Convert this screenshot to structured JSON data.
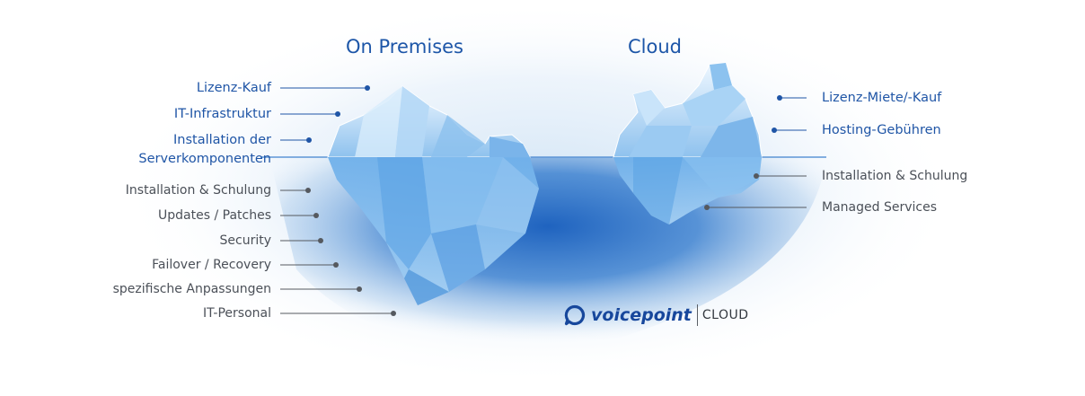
{
  "headings": {
    "on_premises": "On Premises",
    "cloud": "Cloud"
  },
  "on_premises": {
    "above_water": [
      {
        "label": "Lizenz-Kauf"
      },
      {
        "label": "IT-Infrastruktur"
      },
      {
        "label": "Installation der",
        "label2": "Serverkomponenten"
      }
    ],
    "below_water": [
      {
        "label": "Installation & Schulung"
      },
      {
        "label": "Updates / Patches"
      },
      {
        "label": "Security"
      },
      {
        "label": "Failover / Recovery"
      },
      {
        "label": "spezifische Anpassungen"
      },
      {
        "label": "IT-Personal"
      }
    ]
  },
  "cloud": {
    "above_water": [
      {
        "label": "Lizenz-Miete/-Kauf"
      },
      {
        "label": "Hosting-Gebühren"
      }
    ],
    "below_water": [
      {
        "label": "Installation & Schulung"
      },
      {
        "label": "Managed Services"
      }
    ]
  },
  "brand": {
    "name": "voicepoint",
    "product": "CLOUD"
  },
  "colors": {
    "above_text": "#1f55a6",
    "below_text": "#4b5058",
    "heading": "#1d56a8",
    "water": "#2f72c8",
    "ice": "#a9d2f3"
  }
}
